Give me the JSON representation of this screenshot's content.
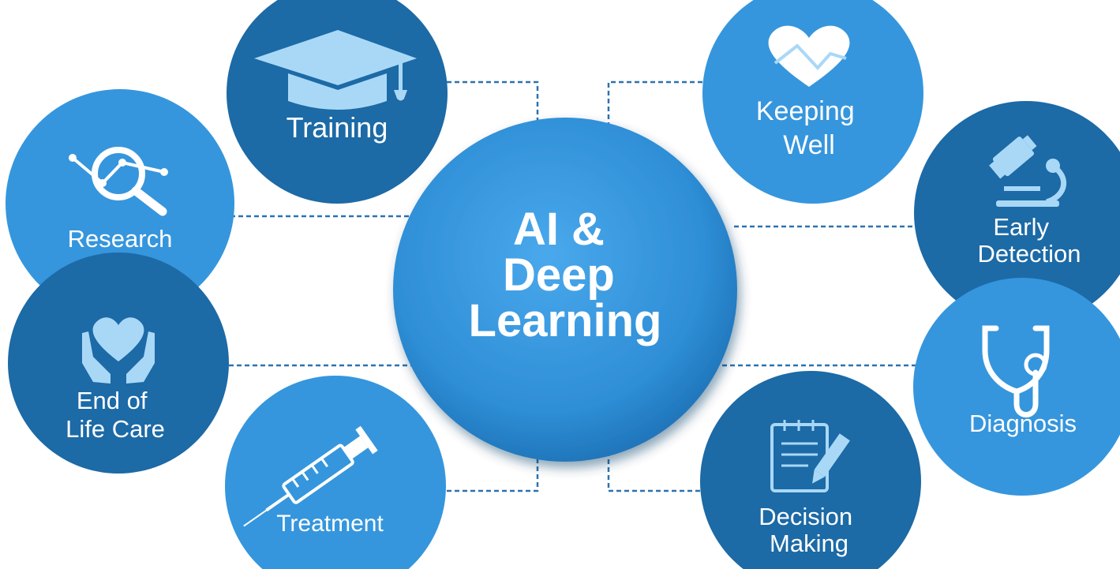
{
  "center": {
    "lines": [
      "AI &",
      "Deep",
      "Learning"
    ]
  },
  "nodes": [
    {
      "id": "training",
      "lines": [
        "Training"
      ],
      "icon": "graduation-cap-icon",
      "shade": "dark"
    },
    {
      "id": "research",
      "lines": [
        "Research"
      ],
      "icon": "magnifier-chart-icon",
      "shade": "light"
    },
    {
      "id": "end-of-life-care",
      "lines": [
        "End of",
        "Life Care"
      ],
      "icon": "heart-hands-icon",
      "shade": "dark"
    },
    {
      "id": "treatment",
      "lines": [
        "Treatment"
      ],
      "icon": "syringe-icon",
      "shade": "light"
    },
    {
      "id": "keeping-well",
      "lines": [
        "Keeping",
        "Well"
      ],
      "icon": "heart-pulse-icon",
      "shade": "light"
    },
    {
      "id": "early-detection",
      "lines": [
        "Early",
        "Detection"
      ],
      "icon": "microscope-icon",
      "shade": "dark"
    },
    {
      "id": "diagnosis",
      "lines": [
        "Diagnosis"
      ],
      "icon": "stethoscope-icon",
      "shade": "light"
    },
    {
      "id": "decision-making",
      "lines": [
        "Decision",
        "Making"
      ],
      "icon": "clipboard-pen-icon",
      "shade": "dark"
    }
  ],
  "colors": {
    "dark": "#1c6aa6",
    "light": "#3596dd",
    "center": "#2e8ed6",
    "center_edge": "#1d72b8",
    "connector": "#2c72b0",
    "icon_fill": "#a9d8f7",
    "text": "#ffffff"
  }
}
